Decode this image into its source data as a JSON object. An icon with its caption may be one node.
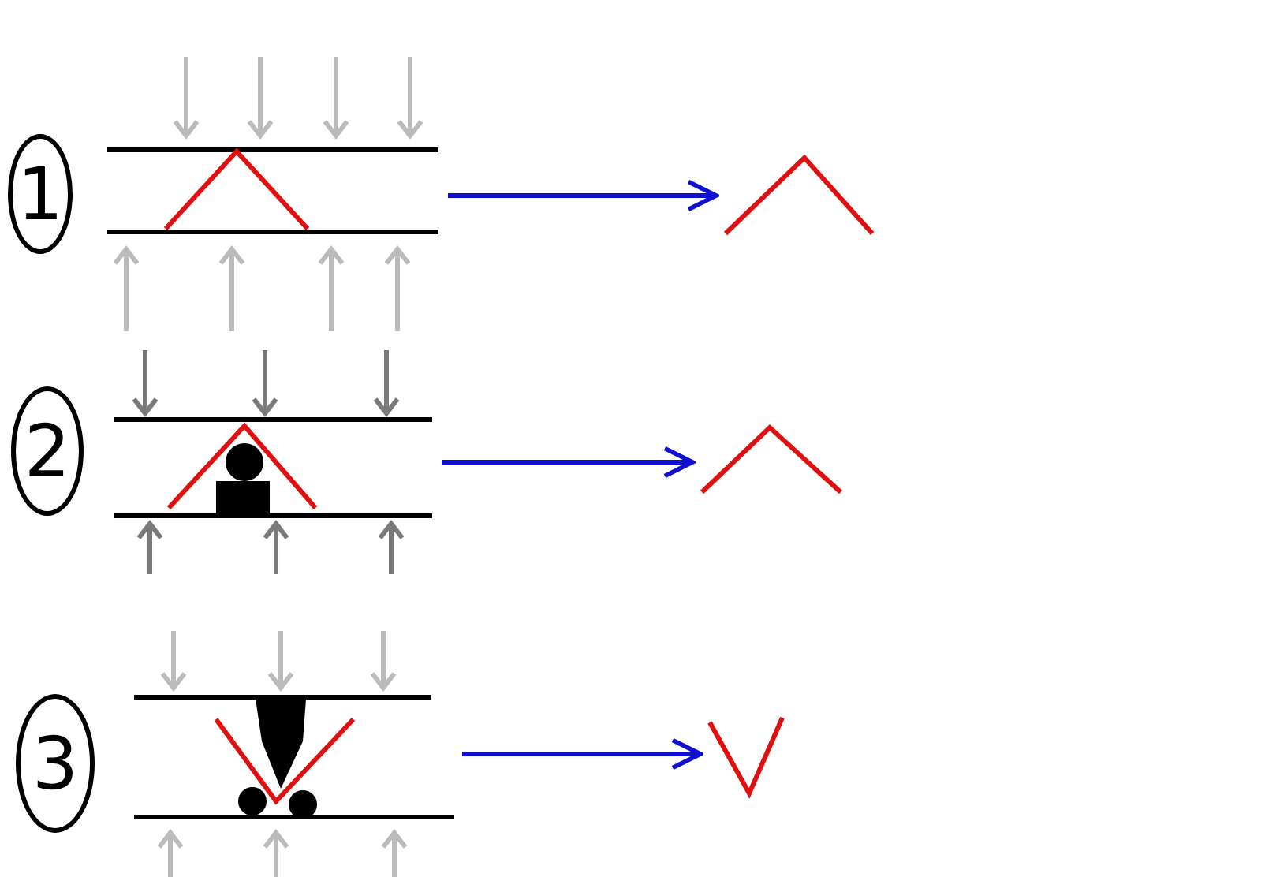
{
  "diagram": {
    "nodes": [
      {
        "text": [
          "1"
        ]
      },
      {
        "text": [],
        "shape": "picture"
      },
      {
        "text": [],
        "shape": "picture"
      },
      {
        "text": [
          "2"
        ]
      },
      {
        "text": [],
        "shape": "picture"
      },
      {
        "text": [],
        "shape": "picture"
      },
      {
        "text": [
          "3"
        ]
      },
      {
        "text": [],
        "shape": "picture"
      },
      {
        "text": [],
        "shape": "picture"
      }
    ],
    "edges": [
      {
        "from": 1,
        "to": 2,
        "arrow": "to"
      },
      {
        "from": 4,
        "to": 5,
        "arrow": "to"
      },
      {
        "from": 7,
        "to": 8,
        "arrow": "to"
      }
    ]
  }
}
